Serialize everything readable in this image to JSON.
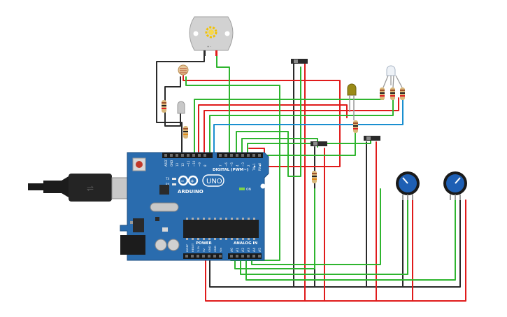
{
  "board": {
    "brand": "ARDUINO",
    "model": "UNO",
    "digital_label": "DIGITAL (PWM~)",
    "power_label": "POWER",
    "analog_label": "ANALOG IN",
    "on_label": "ON",
    "tx_label": "TX",
    "rx_label": "RX",
    "top_pin_labels": [
      "AREF",
      "GND",
      "13",
      "12",
      "~11",
      "~10",
      "~9",
      "8",
      "7",
      "~6",
      "~5",
      "4",
      "~3",
      "2",
      "TX▶1",
      "RX◀0"
    ],
    "power_pin_labels": [
      "IOREF",
      "RESET",
      "3.3V",
      "5V",
      "GND",
      "GND",
      "Vin"
    ],
    "analog_pin_labels": [
      "A0",
      "A1",
      "A2",
      "A3",
      "A4",
      "A5"
    ]
  },
  "motor": {
    "label": "+ -"
  },
  "colors": {
    "wire_red": "#e01b1b",
    "wire_black": "#2a2a2a",
    "wire_green": "#2fb52f",
    "wire_blue": "#1a8fd0",
    "board_blue": "#2a6cae",
    "pot_blue": "#1e5fb4"
  }
}
